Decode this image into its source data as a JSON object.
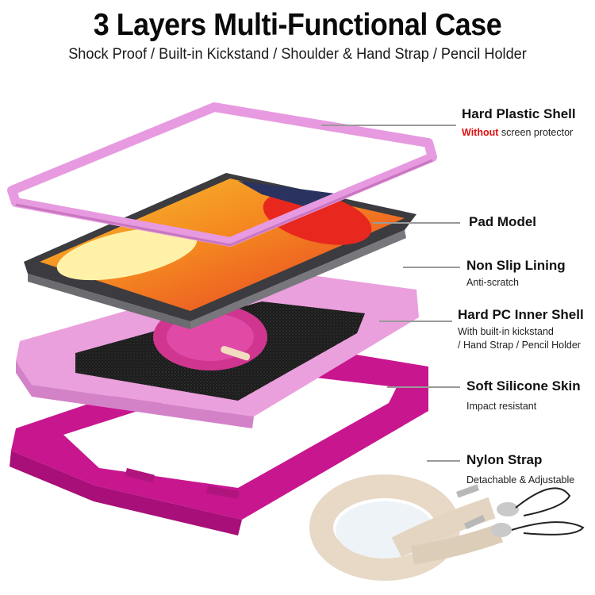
{
  "header": {
    "title": "3 Layers Multi-Functional Case",
    "subtitle": "Shock Proof / Built-in Kickstand / Shoulder & Hand Strap / Pencil Holder"
  },
  "callouts": [
    {
      "heading": "Hard Plastic Shell",
      "desc_highlight": "Without",
      "desc": " screen protector",
      "highlight_color": "#e01010"
    },
    {
      "heading": "Pad Model"
    },
    {
      "heading": "Non Slip Lining",
      "desc": "Anti-scratch"
    },
    {
      "heading": "Hard PC Inner Shell",
      "desc_line1": "With built-in kickstand",
      "desc_line2": "/ Hand Strap / Pencil Holder"
    },
    {
      "heading": "Soft Silicone Skin",
      "desc": "Impact resistant"
    },
    {
      "heading": "Nylon Strap",
      "desc": "Detachable & Adjustable"
    }
  ],
  "colors": {
    "light_pink": "#e79ae0",
    "inner_pink": "#eaa0dc",
    "magenta": "#c8168f",
    "strap_beige": "#e7d9c6",
    "lining_black": "#1c1c1c",
    "tablet_frame": "#3a3a3e"
  }
}
